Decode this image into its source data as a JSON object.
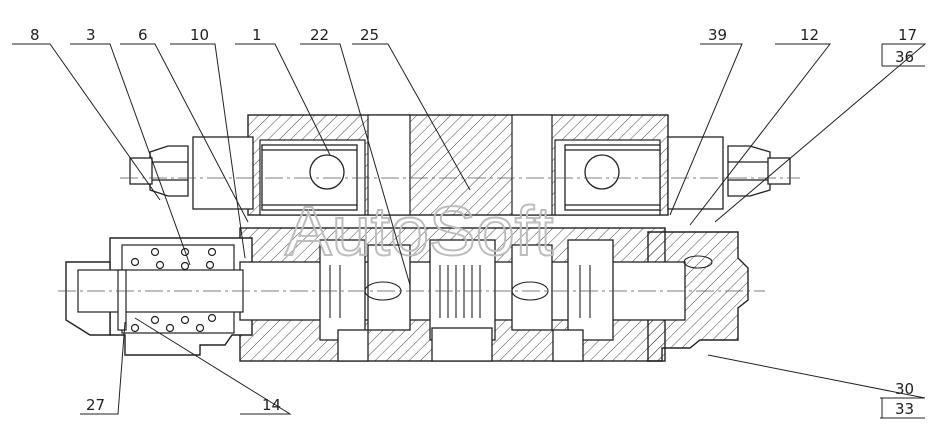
{
  "drawing": {
    "callouts": {
      "c8": "8",
      "c3": "3",
      "c6": "6",
      "c10": "10",
      "c1": "1",
      "c22": "22",
      "c25": "25",
      "c39": "39",
      "c12": "12",
      "c17": "17",
      "c36": "36",
      "c27": "27",
      "c14": "14",
      "c30": "30",
      "c33": "33"
    },
    "watermark": "AutoSoft",
    "colors": {
      "line": "#222222",
      "hatch": "#333333",
      "watermark": "#bdbdbd"
    }
  }
}
